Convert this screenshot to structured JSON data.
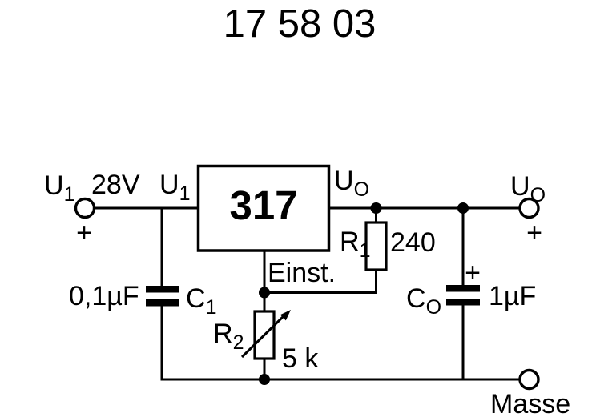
{
  "title": "17 58 03",
  "diagram": {
    "input": {
      "name": "U",
      "name_sub": "1",
      "voltage": "28V",
      "polarity": "+"
    },
    "regulator": {
      "chip": "317",
      "in_pin": "U",
      "in_pin_sub": "1",
      "out_pin": "U",
      "out_pin_sub": "O",
      "adjust_pin": "Einst."
    },
    "c1": {
      "name": "C",
      "name_sub": "1",
      "value": "0,1µF"
    },
    "r1": {
      "name": "R",
      "name_sub": "1",
      "value": "240"
    },
    "r2": {
      "name": "R",
      "name_sub": "2",
      "value": "5 k"
    },
    "co": {
      "name": "C",
      "name_sub": "O",
      "value": "1µF",
      "polarity": "+"
    },
    "output": {
      "name": "U",
      "name_sub": "O",
      "polarity": "+"
    },
    "ground": {
      "label": "Masse"
    }
  },
  "colors": {
    "ink": "#000000",
    "background": "#ffffff"
  }
}
